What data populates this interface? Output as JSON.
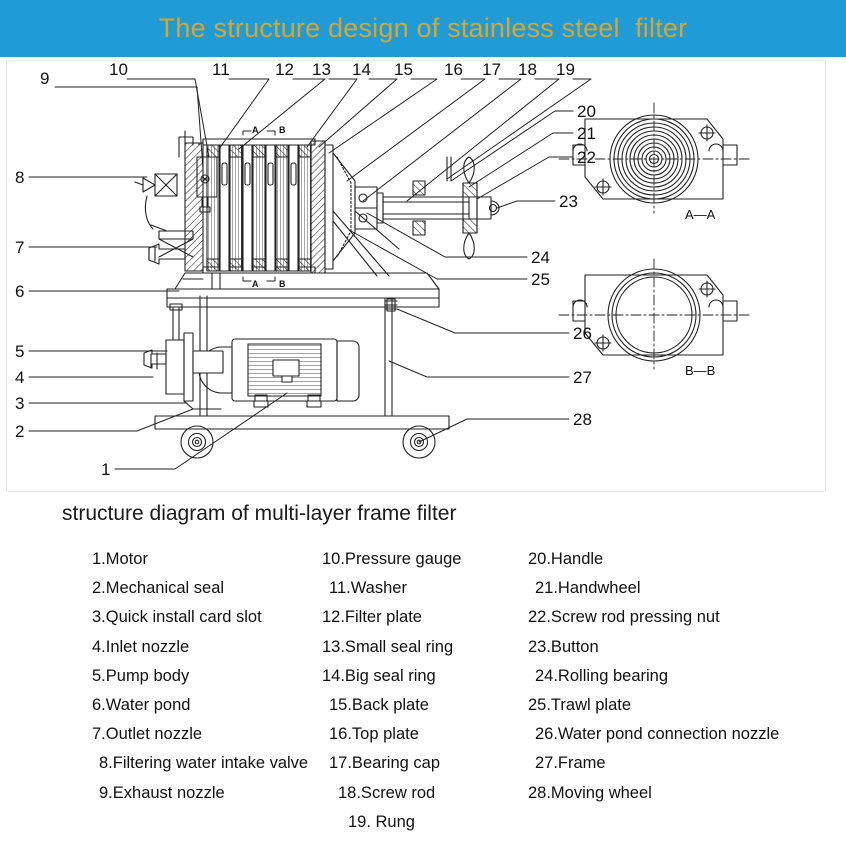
{
  "header": {
    "title": "The structure design of stainless steel  filter",
    "bg_color": "#1f9bd7",
    "text_color": "#d9a62b"
  },
  "caption": "structure diagram of multi-layer frame filter",
  "section_views": {
    "a_label": "A—A",
    "b_label": "B—B"
  },
  "callouts": [
    {
      "n": "1"
    },
    {
      "n": "2"
    },
    {
      "n": "3"
    },
    {
      "n": "4"
    },
    {
      "n": "5"
    },
    {
      "n": "6"
    },
    {
      "n": "7"
    },
    {
      "n": "8"
    },
    {
      "n": "9"
    },
    {
      "n": "10"
    },
    {
      "n": "11"
    },
    {
      "n": "12"
    },
    {
      "n": "13"
    },
    {
      "n": "14"
    },
    {
      "n": "15"
    },
    {
      "n": "16"
    },
    {
      "n": "17"
    },
    {
      "n": "18"
    },
    {
      "n": "19"
    },
    {
      "n": "20"
    },
    {
      "n": "21"
    },
    {
      "n": "22"
    },
    {
      "n": "23"
    },
    {
      "n": "24"
    },
    {
      "n": "25"
    },
    {
      "n": "26"
    },
    {
      "n": "27"
    },
    {
      "n": "28"
    }
  ],
  "section_marks": {
    "a_top": "A",
    "a_bottom": "A",
    "b_top": "B",
    "b_bottom": "B"
  },
  "legend": {
    "col1": [
      "1.Motor",
      "2.Mechanical seal",
      "3.Quick install card slot",
      "4.Inlet nozzle",
      "5.Pump body",
      "6.Water pond",
      "7.Outlet nozzle",
      "8.Filtering water intake valve",
      "9.Exhaust nozzle"
    ],
    "col2": [
      "10.Pressure gauge",
      "11.Washer",
      "12.Filter plate",
      "13.Small seal ring",
      "14.Big seal ring",
      "15.Back plate",
      "16.Top plate",
      "17.Bearing cap",
      "18.Screw rod",
      "19. Rung"
    ],
    "col3": [
      "20.Handle",
      "21.Handwheel",
      "22.Screw rod pressing nut",
      "23.Button",
      "24.Rolling bearing",
      "25.Trawl plate",
      "26.Water pond connection nozzle",
      "27.Frame",
      "28.Moving wheel"
    ]
  }
}
